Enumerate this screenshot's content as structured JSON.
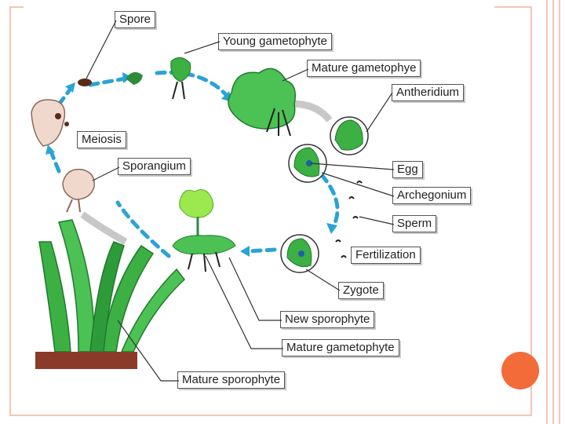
{
  "labels": {
    "spore": "Spore",
    "young_gametophyte": "Young gametophyte",
    "mature_gametophye": "Mature gametophye",
    "antheridium": "Antheridium",
    "meiosis": "Meiosis",
    "sporangium": "Sporangium",
    "egg": "Egg",
    "archegonium": "Archegonium",
    "sperm": "Sperm",
    "fertilization": "Fertilization",
    "zygote": "Zygote",
    "new_sporophyte": "New sporophyte",
    "mature_gametophyte": "Mature gametophyte",
    "mature_sporophyte": "Mature sporophyte"
  },
  "colors": {
    "arrow_blue": "#2aa3d6",
    "arrow_gray": "#c8c8c8",
    "leaf_green": "#3cb043",
    "dark_green": "#1f7a2e",
    "accent_orange": "#f26b38",
    "border_peach": "#f3c6b6"
  }
}
